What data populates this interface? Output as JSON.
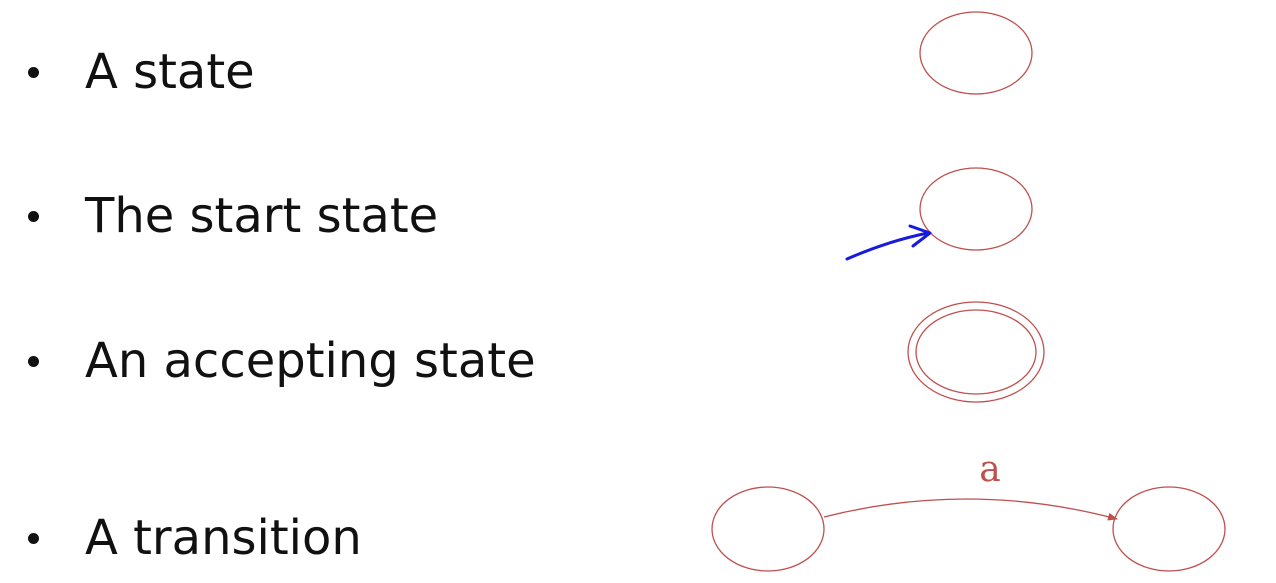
{
  "items": [
    {
      "label": "A state"
    },
    {
      "label": "The start state"
    },
    {
      "label": "An accepting state"
    },
    {
      "label": "A transition"
    }
  ],
  "transition": {
    "symbol": "a"
  },
  "colors": {
    "state_stroke": "#c0504d",
    "start_arrow": "#1a1adb",
    "text": "#111111"
  }
}
